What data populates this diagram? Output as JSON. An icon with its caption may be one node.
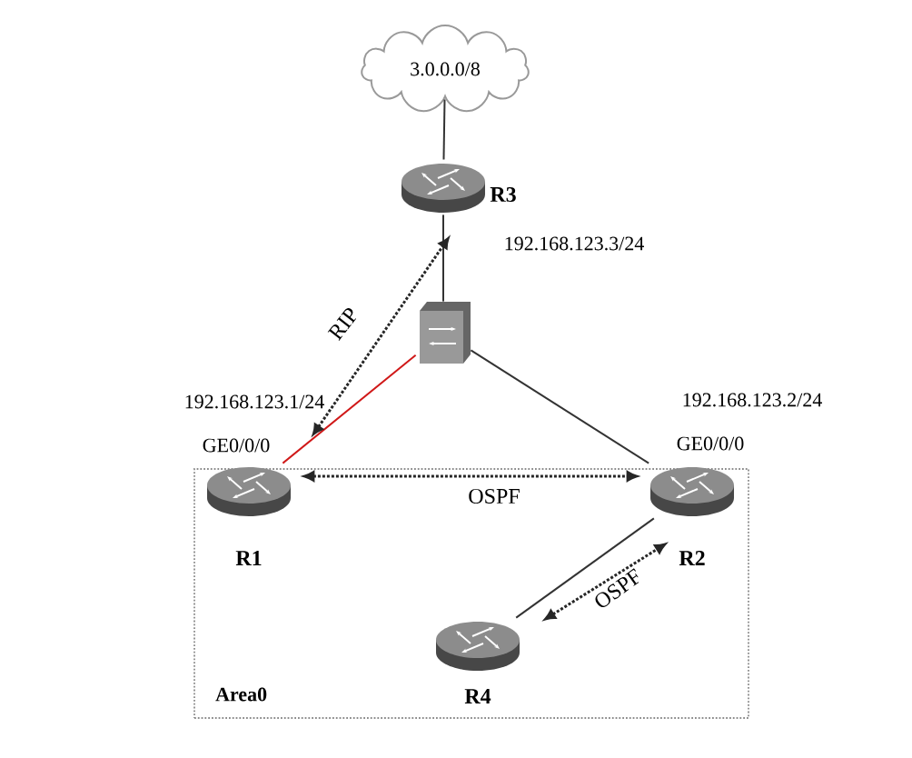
{
  "diagram": {
    "nodes": [
      {
        "text": [
          "3.0.0.0/8"
        ]
      },
      {
        "text": [],
        "shape": "router",
        "beside": [
          "R3"
        ]
      },
      {
        "text": [],
        "shape": "switch"
      },
      {
        "text": [
          "Area0"
        ]
      },
      {
        "text": [],
        "shape": "router",
        "in": 3,
        "beside": [
          "GE0/0/0",
          "R1"
        ]
      },
      {
        "text": [],
        "shape": "router",
        "in": 3,
        "beside": [
          "GE0/0/0",
          "R2"
        ]
      },
      {
        "text": [],
        "shape": "router",
        "in": 3,
        "beside": [
          "R4"
        ]
      }
    ],
    "edges": [
      {
        "from": 0,
        "to": 1,
        "arrow": "none"
      },
      {
        "from": 1,
        "to": 2,
        "arrow": "none"
      },
      {
        "from": 2,
        "to": 4,
        "arrow": "none",
        "color": "#d01818"
      },
      {
        "from": 2,
        "to": 5,
        "arrow": "none"
      },
      {
        "from": 5,
        "to": 6,
        "arrow": "none"
      },
      {
        "from": 4,
        "to": 1,
        "arrow": "both",
        "style": "dashed",
        "label": "RIP"
      },
      {
        "from": 4,
        "to": 5,
        "arrow": "both",
        "style": "dashed",
        "label": "OSPF"
      },
      {
        "from": 6,
        "to": 5,
        "arrow": "both",
        "style": "dashed",
        "label": "OSPF"
      }
    ],
    "labels": [
      "192.168.123.3/24",
      "192.168.123.1/24",
      "192.168.123.2/24"
    ]
  }
}
